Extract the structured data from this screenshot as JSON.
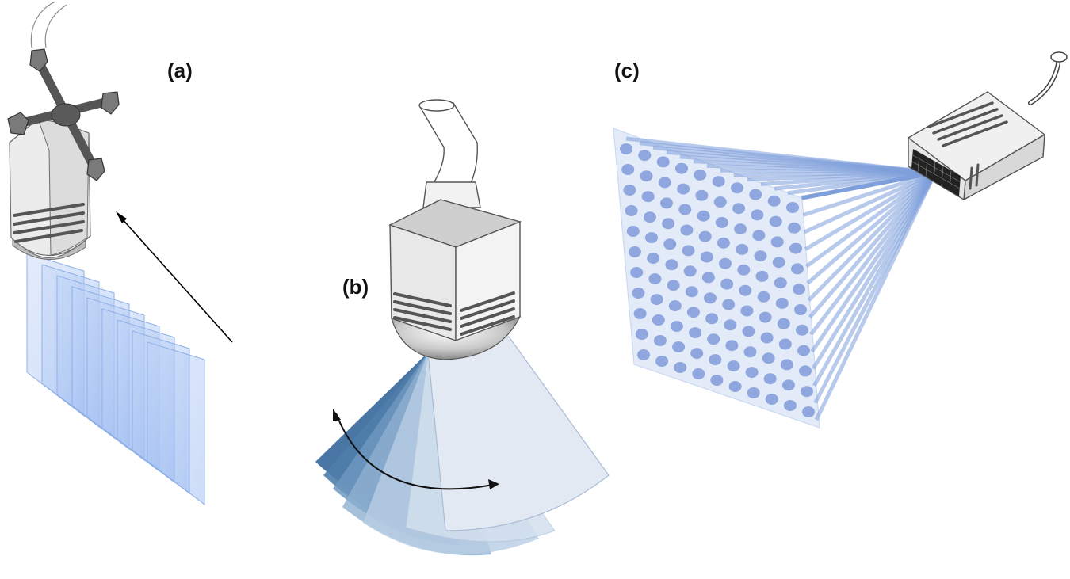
{
  "labels": {
    "a": "(a)",
    "b": "(b)",
    "c": "(c)"
  },
  "colors": {
    "probe_body": "#e4e4e4",
    "probe_side": "#d0d0d0",
    "probe_outline": "#6a6a6a",
    "tracker": "#5e5e5e",
    "slice_fill": "#a9c4f2",
    "slice_edge": "#8fb0e6",
    "fan_dark": "#3e6f9e",
    "fan_mid": "#6e97c0",
    "fan_light": "#dfe7f2",
    "beam": "#7e9fda",
    "dot": "#8fa7de",
    "arrow": "#000000"
  },
  "icons": {
    "probe_a": "tracked-ultrasound-probe-icon",
    "probe_b": "wobbler-ultrasound-probe-icon",
    "probe_c": "matrix-array-probe-icon"
  }
}
